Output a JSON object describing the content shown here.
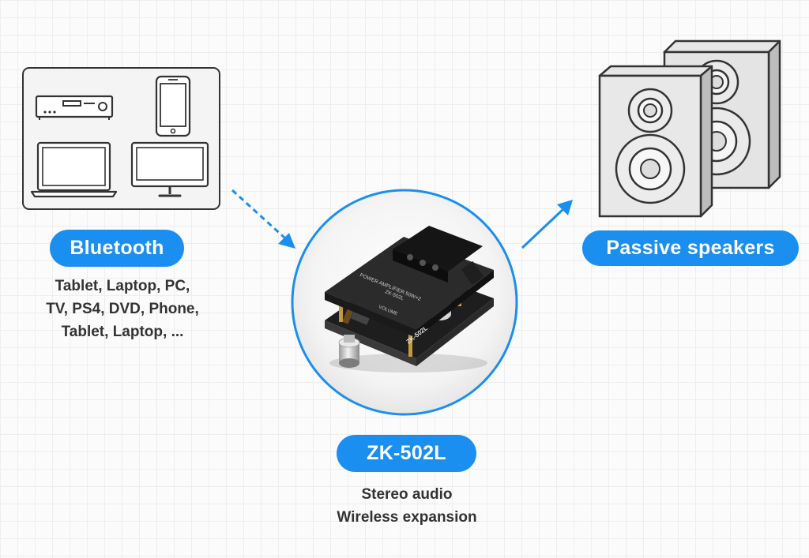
{
  "source_panel": {
    "badge": "Bluetooth",
    "devices_icons": [
      "av-receiver-icon",
      "smartphone-icon",
      "laptop-icon",
      "monitor-icon"
    ],
    "caption_lines": [
      "Tablet, Laptop, PC,",
      "TV, PS4, DVD, Phone,",
      "Tablet, Laptop, ..."
    ]
  },
  "module": {
    "badge": "ZK-502L",
    "caption_lines": [
      "Stereo audio",
      "Wireless expansion"
    ],
    "board_text": {
      "top_label": "POWER AMPLIFIER 50W×2",
      "model": "ZK-502L",
      "knob_label": "VOLUME",
      "bottom_label": "ZK-502L"
    }
  },
  "output_panel": {
    "badge": "Passive speakers",
    "icon": "speakers-icon"
  },
  "colors": {
    "accent": "#1b8ff0",
    "line_art": "#333333",
    "board": "#222222"
  }
}
